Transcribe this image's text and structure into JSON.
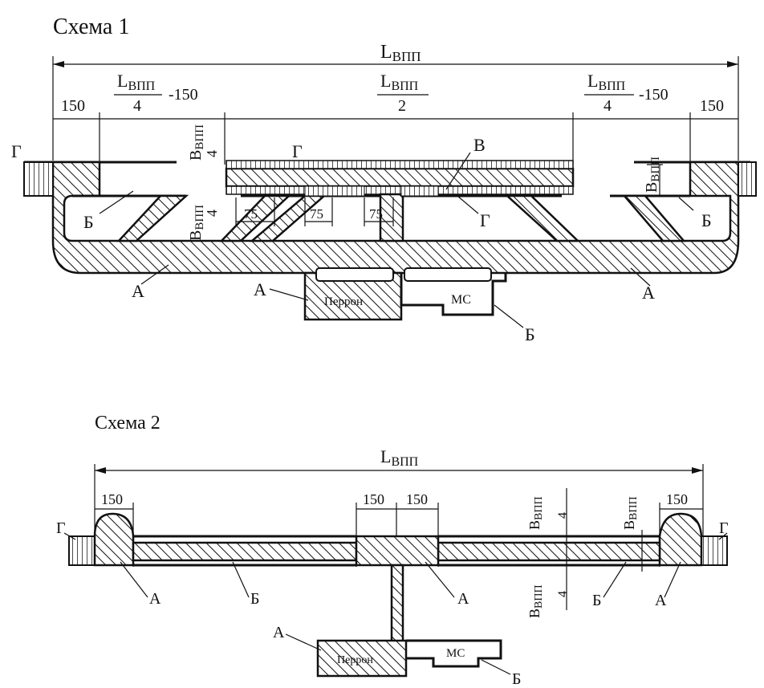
{
  "scheme1": {
    "title": "Схема 1",
    "dim_total": "L",
    "dim_total_sub": "ВПП",
    "dim_150_left": "150",
    "dim_150_right": "150",
    "quarter_num": "L",
    "quarter_sub": "ВПП",
    "quarter_den": "4",
    "quarter_minus": "-150",
    "half_num": "L",
    "half_sub": "ВПП",
    "half_den": "2",
    "b_vpp": "B",
    "b_sub": "ВПП",
    "four": "4",
    "dim_75": "75",
    "labels": {
      "A": "А",
      "B": "Б",
      "V": "В",
      "G": "Г"
    },
    "platform": "Перрон",
    "ms": "МС"
  },
  "scheme2": {
    "title": "Схема 2",
    "dim_total": "L",
    "dim_total_sub": "ВПП",
    "dim_150": "150",
    "b_vpp": "B",
    "b_sub": "ВПП",
    "four": "4",
    "labels": {
      "A": "А",
      "B": "Б",
      "G": "Г"
    },
    "platform": "Перрон",
    "ms": "МС"
  }
}
